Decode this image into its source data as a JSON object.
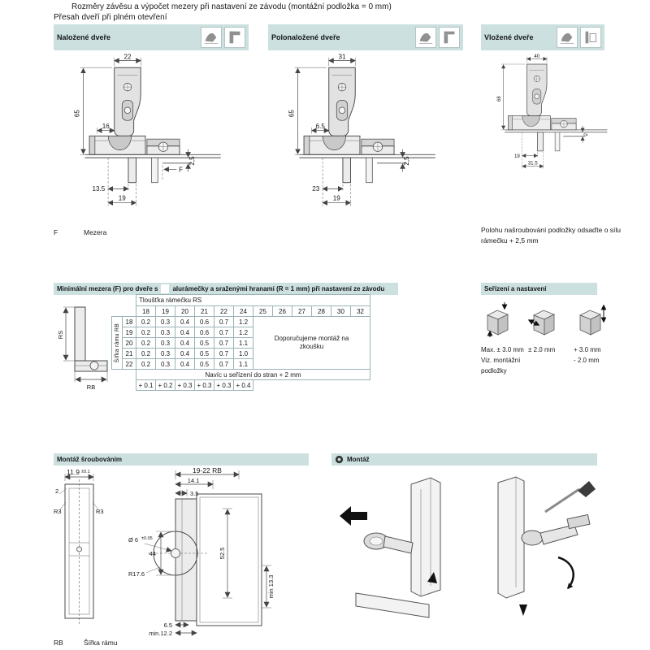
{
  "header": {
    "line1": "Rozměry závěsu a výpočet mezery při nastavení ze závodu (montážní podložka = 0 mm)",
    "line2": "Přesah dveří při plném otevření"
  },
  "panels": [
    {
      "title": "Naložené dveře",
      "dim_top": "22",
      "dim_left": "65",
      "dim_mid": "16",
      "dim_small": "2,5",
      "dim_f": "F",
      "dim_b1": "13.5",
      "dim_b2": "19"
    },
    {
      "title": "Polonaložené dveře",
      "dim_top": "31",
      "dim_left": "65",
      "dim_mid": "6.5",
      "dim_small": "2,5",
      "dim_b1": "23",
      "dim_b2": "19"
    },
    {
      "title": "Vložené dveře",
      "dim_top": "40",
      "dim_left": "68",
      "dim_small": "2",
      "dim_b1": "19",
      "dim_b2": "31.5"
    }
  ],
  "legend_f": {
    "key": "F",
    "value": "Mezera"
  },
  "note_right": "Polohu našroubování podložky odsaďte o sílu rámečku + 2,5 mm",
  "gap_table": {
    "title1": "Minimální mezera (F) pro dveře s",
    "title2": "alurámečky a sraženými hranami (R = 1 mm) při nastavení ze závodu",
    "col_group": "Tloušťka rámečku RS",
    "row_group": "Šířka rámu RB",
    "columns": [
      "18",
      "19",
      "20",
      "21",
      "22",
      "24",
      "25",
      "26",
      "27",
      "28",
      "30",
      "32"
    ],
    "rows": [
      {
        "rb": "18",
        "v": [
          "0.2",
          "0.3",
          "0.4",
          "0.6",
          "0.7",
          "1.2"
        ]
      },
      {
        "rb": "19",
        "v": [
          "0.2",
          "0.3",
          "0.4",
          "0.6",
          "0.7",
          "1.2"
        ]
      },
      {
        "rb": "20",
        "v": [
          "0.2",
          "0.3",
          "0.4",
          "0.5",
          "0.7",
          "1.1"
        ]
      },
      {
        "rb": "21",
        "v": [
          "0.2",
          "0.3",
          "0.4",
          "0.5",
          "0.7",
          "1.0"
        ]
      },
      {
        "rb": "22",
        "v": [
          "0.2",
          "0.3",
          "0.4",
          "0.5",
          "0.7",
          "1.1"
        ]
      }
    ],
    "merged_note": "Doporučujeme montáž na zkoušku",
    "footer_note": "Navíc u seřízení do stran + 2 mm",
    "footer_values": [
      "+ 0.1",
      "+ 0.2",
      "+ 0.3",
      "+ 0.3",
      "+ 0.3",
      "+ 0.4"
    ],
    "profile_labels": {
      "rs": "RS",
      "rb": "RB"
    }
  },
  "adjustment": {
    "title": "Seřízení a nastavení",
    "col1": [
      "Max. ± 3.0 mm",
      "Viz. montážní",
      "podložky"
    ],
    "col2": [
      "± 2.0 mm"
    ],
    "col3": [
      "+ 3.0 mm",
      "- 2.0 mm"
    ]
  },
  "mounting": {
    "title": "Montáž šroubováním",
    "dims": {
      "width": "11.9",
      "width_tol": "±0.1",
      "thickness": "2",
      "r3_left": "R3",
      "r3_right": "R3",
      "rb_range": "19-22 RB",
      "d14": "14.1",
      "d35": "3.5",
      "hole": "Ø 6",
      "hole_tol": "±0.05",
      "d44": "44",
      "d52": "52.5",
      "r17": "R17.6",
      "d65": "6.5",
      "min12": "min.12.2",
      "min13": "min 13.3"
    }
  },
  "assembly": {
    "title": "Montáž"
  },
  "legend_rb": {
    "key": "RB",
    "value": "Šířka rámu"
  }
}
